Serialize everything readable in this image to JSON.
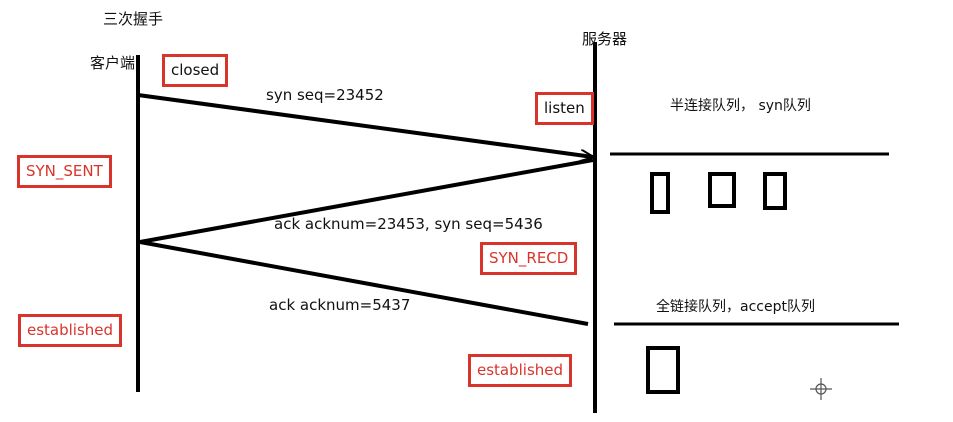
{
  "title": "三次握手",
  "client": {
    "label": "客户端"
  },
  "server": {
    "label": "服务器"
  },
  "messages": {
    "syn": "syn seq=23452",
    "synack": "ack acknum=23453, syn seq=5436",
    "ack": "ack acknum=5437"
  },
  "client_states": {
    "closed": "closed",
    "syn_sent": "SYN_SENT",
    "established": "established"
  },
  "server_states": {
    "listen": "listen",
    "syn_recd": "SYN_RECD",
    "established": "established"
  },
  "queues": {
    "half": {
      "label": "半连接队列， syn队列",
      "slots": 3
    },
    "full": {
      "label": "全链接队列，accept队列",
      "slots": 1
    }
  },
  "icons": {
    "cursor": "crosshair-icon"
  },
  "colors": {
    "state_border": "#d9342b",
    "state_text_red": "#d9342b",
    "line": "#000000"
  }
}
